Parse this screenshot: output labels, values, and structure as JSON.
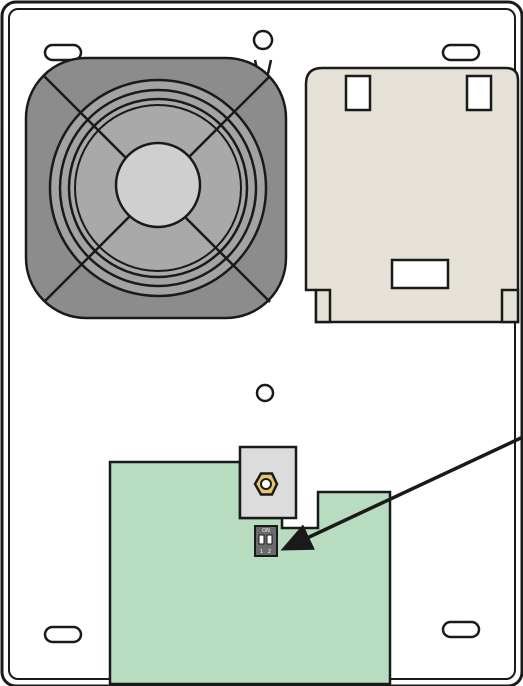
{
  "diagram": {
    "dip_switch": {
      "top_label": "ON",
      "position_labels": [
        "1",
        "2"
      ]
    }
  },
  "colors": {
    "housing_fill": "#ffffff",
    "outline": "#1a1a1a",
    "fan_outer": "#8c8c8c",
    "fan_ring": "#a3a3a3",
    "fan_hub": "#cfcfcf",
    "cover_plate": "#e6e1d6",
    "circuit_board": "#b8dcc0",
    "bracket": "#dcdcdc",
    "nut": "#e8c66a"
  }
}
